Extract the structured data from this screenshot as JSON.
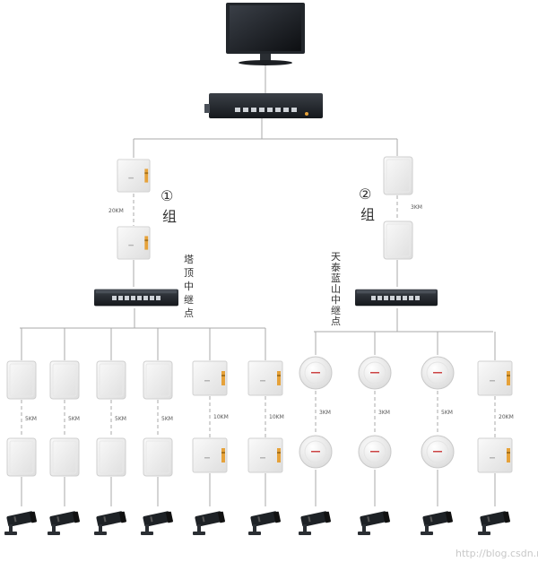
{
  "group1": {
    "marker": "①",
    "char": "组",
    "backhaul_distance": "20KM",
    "relay_chars": [
      "塔",
      "顶",
      "中",
      "继",
      "点"
    ],
    "link_distances": [
      "5KM",
      "5KM",
      "5KM",
      "5KM",
      "10KM",
      "10KM"
    ]
  },
  "group2": {
    "marker": "②",
    "char": "组",
    "backhaul_distance": "3KM",
    "relay_chars": [
      "天",
      "泰",
      "蓝",
      "山",
      "中",
      "继",
      "点"
    ],
    "link_distances": [
      "3KM",
      "3KM",
      "5KM",
      "20KM"
    ]
  },
  "watermark": "http://blog.csdn.net",
  "colors": {
    "line": "#aaaaaa",
    "device": "#efefef",
    "switch": "#2a2e33"
  }
}
